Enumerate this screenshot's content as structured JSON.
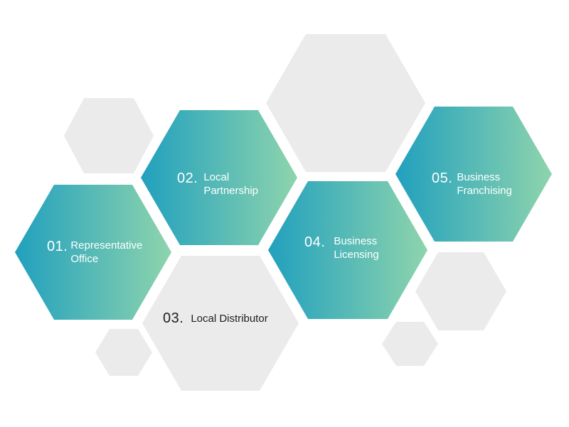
{
  "colors": {
    "gradient_start": "#21a0be",
    "gradient_end": "#8ed4ad",
    "gray_hexagon": "#ebebeb",
    "light_text": "#ffffff",
    "dark_text": "#1e1e1e"
  },
  "steps": [
    {
      "number": "01.",
      "line1": "Representative",
      "line2": "Office"
    },
    {
      "number": "02.",
      "line1": "Local",
      "line2": "Partnership"
    },
    {
      "number": "03.",
      "line1": "Local Distributor",
      "line2": ""
    },
    {
      "number": "04.",
      "line1": "Business",
      "line2": "Licensing"
    },
    {
      "number": "05.",
      "line1": "Business",
      "line2": "Franchising"
    }
  ]
}
